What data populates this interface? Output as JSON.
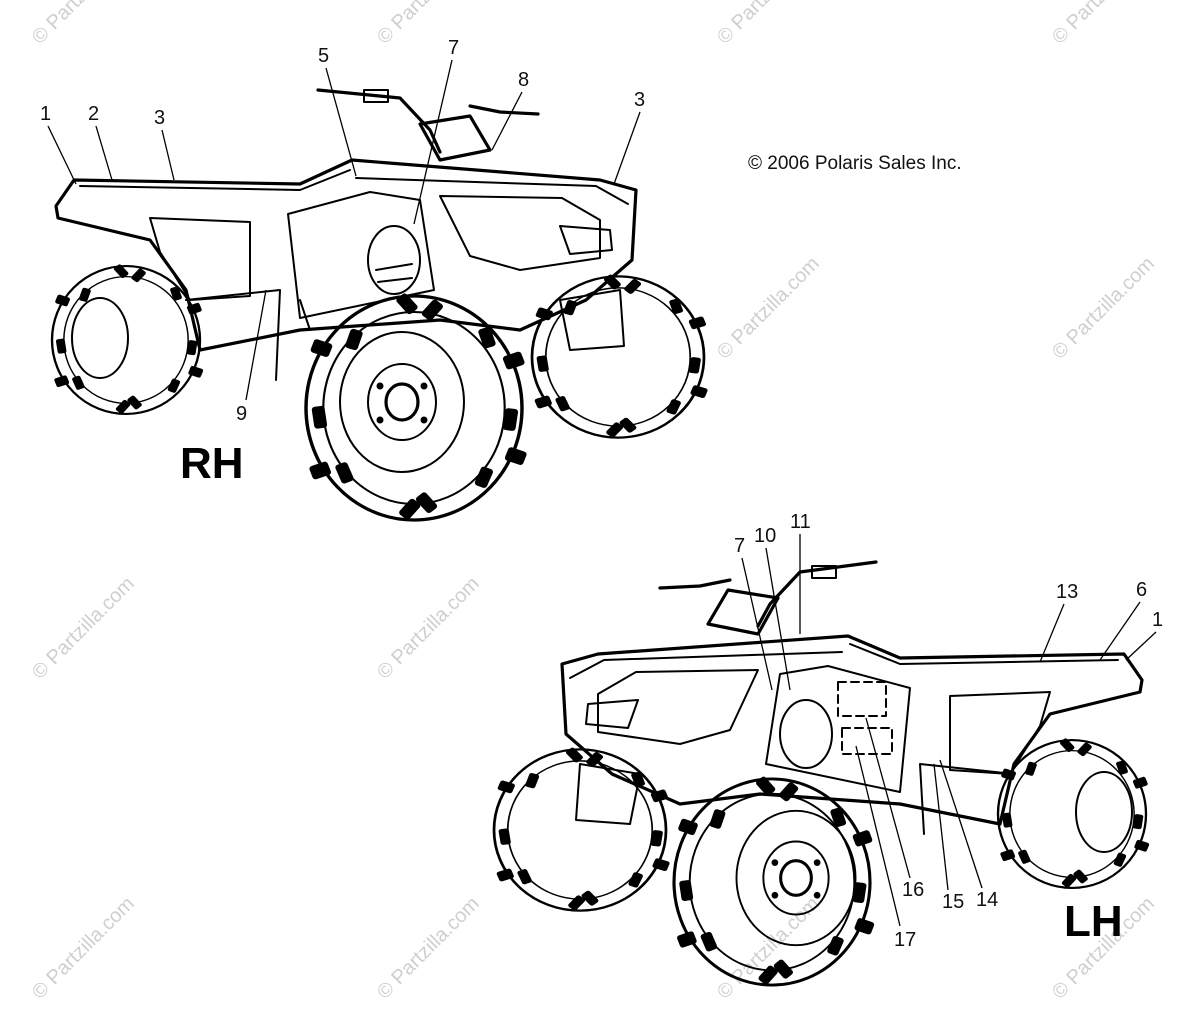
{
  "copyright": "© 2006 Polaris Sales Inc.",
  "watermark": "© Partzilla.com",
  "views": {
    "rh": {
      "label": "RH",
      "callouts": [
        "1",
        "2",
        "3",
        "5",
        "7",
        "8",
        "3",
        "9"
      ]
    },
    "lh": {
      "label": "LH",
      "callouts": [
        "7",
        "10",
        "11",
        "13",
        "6",
        "1",
        "16",
        "15",
        "14",
        "17"
      ]
    }
  }
}
